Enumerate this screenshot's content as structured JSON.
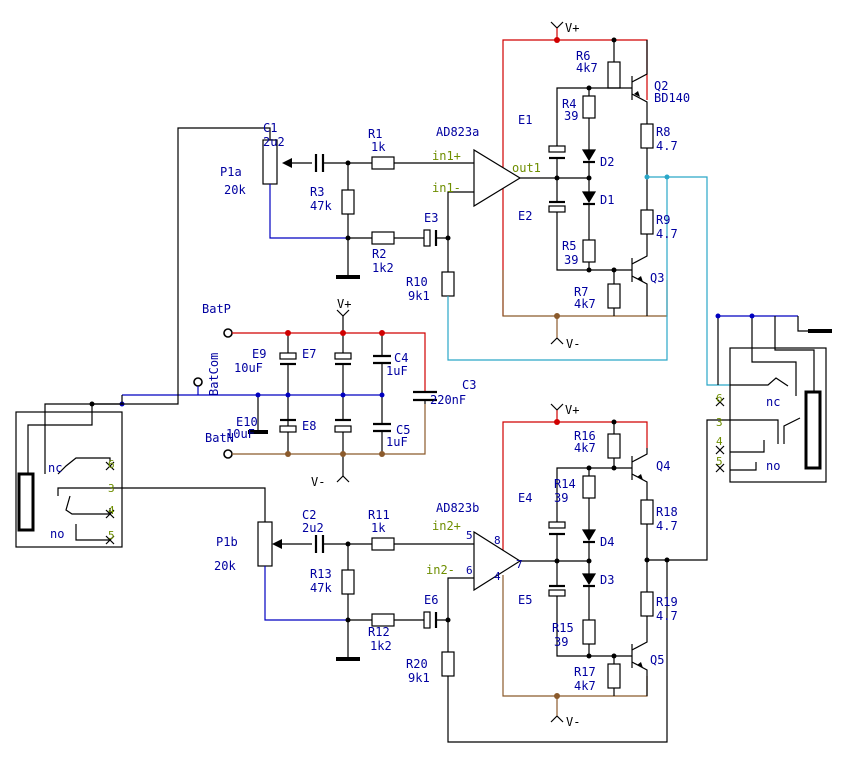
{
  "nets": {
    "vplus_top": "V+",
    "vminus_top": "V-",
    "vplus_mid": "V+",
    "vminus_mid": "V-",
    "vplus_bot": "V+",
    "vminus_bot": "V-",
    "batp": "BatP",
    "batcom": "BatCom",
    "batn": "BatN",
    "in1p": "in1+",
    "in1m": "in1-",
    "out1": "out1",
    "in2p": "in2+",
    "in2m": "in2-"
  },
  "ics": {
    "a": "AD823a",
    "b": "AD823b"
  },
  "components": {
    "C1": {
      "ref": "C1",
      "value": "2u2"
    },
    "P1a": {
      "ref": "P1a",
      "value": "20k"
    },
    "R1": {
      "ref": "R1",
      "value": "1k"
    },
    "R3": {
      "ref": "R3",
      "value": "47k"
    },
    "R2": {
      "ref": "R2",
      "value": "1k2"
    },
    "E3": {
      "ref": "E3"
    },
    "R10": {
      "ref": "R10",
      "value": "9k1"
    },
    "R6": {
      "ref": "R6",
      "value": "4k7"
    },
    "Q2": {
      "ref": "Q2",
      "value": "BD140"
    },
    "R4": {
      "ref": "R4",
      "value": "39"
    },
    "E1": {
      "ref": "E1"
    },
    "D2": {
      "ref": "D2"
    },
    "D1": {
      "ref": "D1"
    },
    "R8": {
      "ref": "R8",
      "value": "4.7"
    },
    "E2": {
      "ref": "E2"
    },
    "R9": {
      "ref": "R9",
      "value": "4.7"
    },
    "R5": {
      "ref": "R5",
      "value": "39"
    },
    "R7": {
      "ref": "R7",
      "value": "4k7"
    },
    "Q3": {
      "ref": "Q3"
    },
    "E9": {
      "ref": "E9",
      "value": "10uF"
    },
    "E7": {
      "ref": "E7"
    },
    "C4": {
      "ref": "C4",
      "value": "1uF"
    },
    "C3": {
      "ref": "C3",
      "value": "220nF"
    },
    "E10": {
      "ref": "E10",
      "value": "10uF"
    },
    "E8": {
      "ref": "E8"
    },
    "C5": {
      "ref": "C5",
      "value": "1uF"
    },
    "C2": {
      "ref": "C2",
      "value": "2u2"
    },
    "P1b": {
      "ref": "P1b",
      "value": "20k"
    },
    "R11": {
      "ref": "R11",
      "value": "1k"
    },
    "R13": {
      "ref": "R13",
      "value": "47k"
    },
    "R12": {
      "ref": "R12",
      "value": "1k2"
    },
    "E6": {
      "ref": "E6"
    },
    "R20": {
      "ref": "R20",
      "value": "9k1"
    },
    "R16": {
      "ref": "R16",
      "value": "4k7"
    },
    "Q4": {
      "ref": "Q4"
    },
    "R14": {
      "ref": "R14",
      "value": "39"
    },
    "E4": {
      "ref": "E4"
    },
    "D4": {
      "ref": "D4"
    },
    "D3": {
      "ref": "D3"
    },
    "R18": {
      "ref": "R18",
      "value": "4.7"
    },
    "E5": {
      "ref": "E5"
    },
    "R19": {
      "ref": "R19",
      "value": "4.7"
    },
    "R15": {
      "ref": "R15",
      "value": "39"
    },
    "R17": {
      "ref": "R17",
      "value": "4k7"
    },
    "Q5": {
      "ref": "Q5"
    }
  },
  "pins_b": {
    "p5": "5",
    "p6": "6",
    "p8": "8",
    "p4": "4",
    "p7": "7"
  },
  "jack_left": {
    "nc": "nc",
    "no": "no",
    "p6": "6",
    "p3": "3",
    "p4": "4",
    "p5": "5"
  },
  "jack_right": {
    "nc": "nc",
    "no": "no",
    "p6": "6",
    "p3": "3",
    "p4": "4",
    "p5": "5"
  },
  "colors": {
    "supply_pos": "#d00000",
    "supply_neg": "#8b5a2b",
    "ground": "#0000c0",
    "output": "#2aa7c8"
  }
}
